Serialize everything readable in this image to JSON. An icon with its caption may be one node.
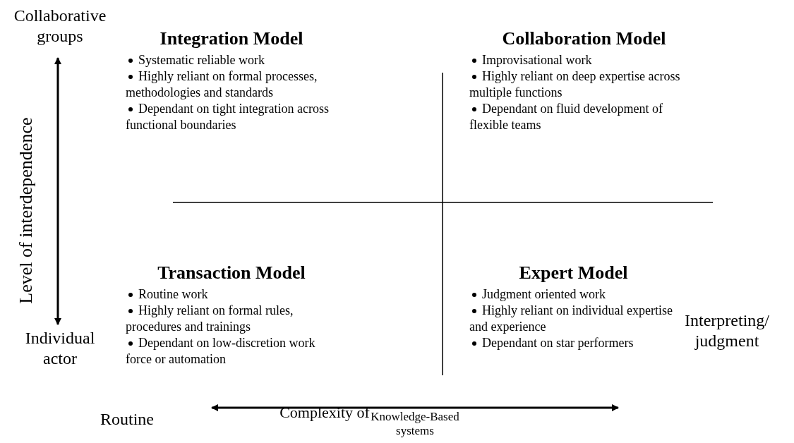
{
  "diagram": {
    "nodes": [
      {
        "text": [
          "Integration Model",
          "Systematic reliable work",
          "Highly reliant on formal processes, methodologies and standards",
          "Dependant on tight integration across functional boundaries"
        ]
      },
      {
        "text": [
          "Collaboration Model",
          "Improvisational work",
          "Highly reliant on deep expertise across multiple functions",
          "Dependant on fluid development of flexible teams"
        ]
      },
      {
        "text": [
          "Transaction Model",
          "Routine work",
          "Highly reliant on formal rules, procedures and trainings",
          "Dependant on low-discretion work force or automation"
        ]
      },
      {
        "text": [
          "Expert Model",
          "Judgment oriented work",
          "Highly reliant on individual expertise and experience",
          "Dependant on star performers"
        ]
      }
    ],
    "labels": [
      "Collaborative groups",
      "Level of interdependence",
      "Individual actor",
      "Interpreting/ judgment",
      "Routine",
      "Complexity of",
      "Knowledge-Based systems"
    ]
  }
}
